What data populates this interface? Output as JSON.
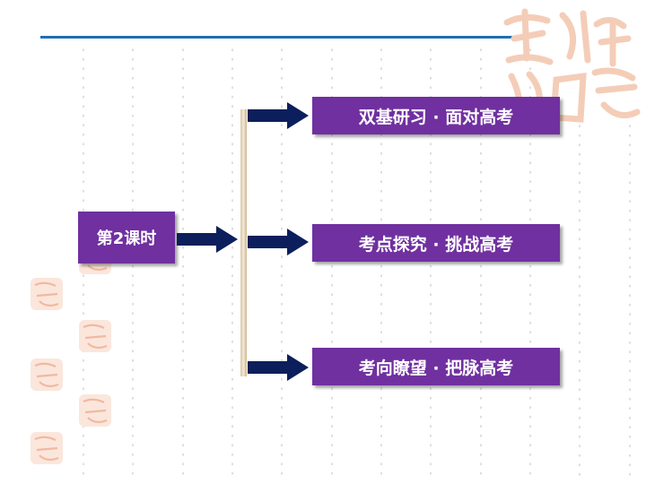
{
  "lesson": {
    "title": "第2课时"
  },
  "sections": [
    {
      "label": "双基研习 · 面对高考"
    },
    {
      "label": "考点探究 · 挑战高考"
    },
    {
      "label": "考向瞭望 · 把脉高考"
    }
  ],
  "colors": {
    "box": "#7030a0",
    "arrow": "#0c1f5c",
    "line": "#1f6fb2",
    "stamp": "#f2c7b2"
  }
}
